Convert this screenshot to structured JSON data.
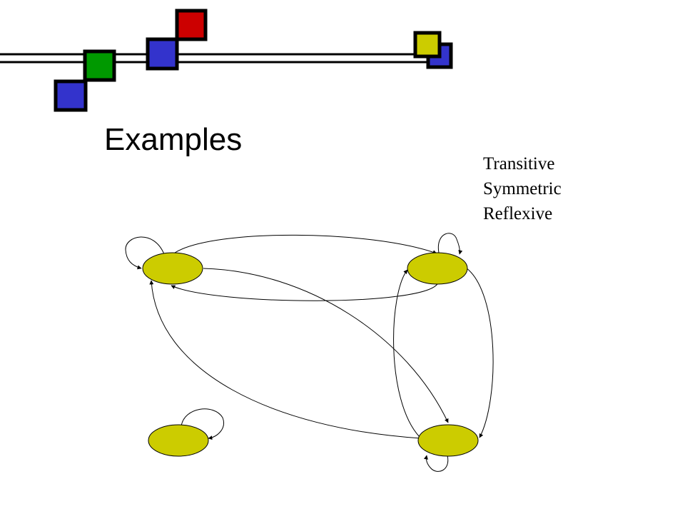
{
  "slide": {
    "title": "Examples"
  },
  "properties": {
    "items": [
      "Transitive",
      "Symmetric",
      "Reflexive"
    ]
  },
  "colors": {
    "node_fill": "#cccc00",
    "square_blue": "#3333cc",
    "square_green": "#009900",
    "square_red": "#cc0000",
    "square_yellow": "#cccc00",
    "line_color": "#000000"
  }
}
